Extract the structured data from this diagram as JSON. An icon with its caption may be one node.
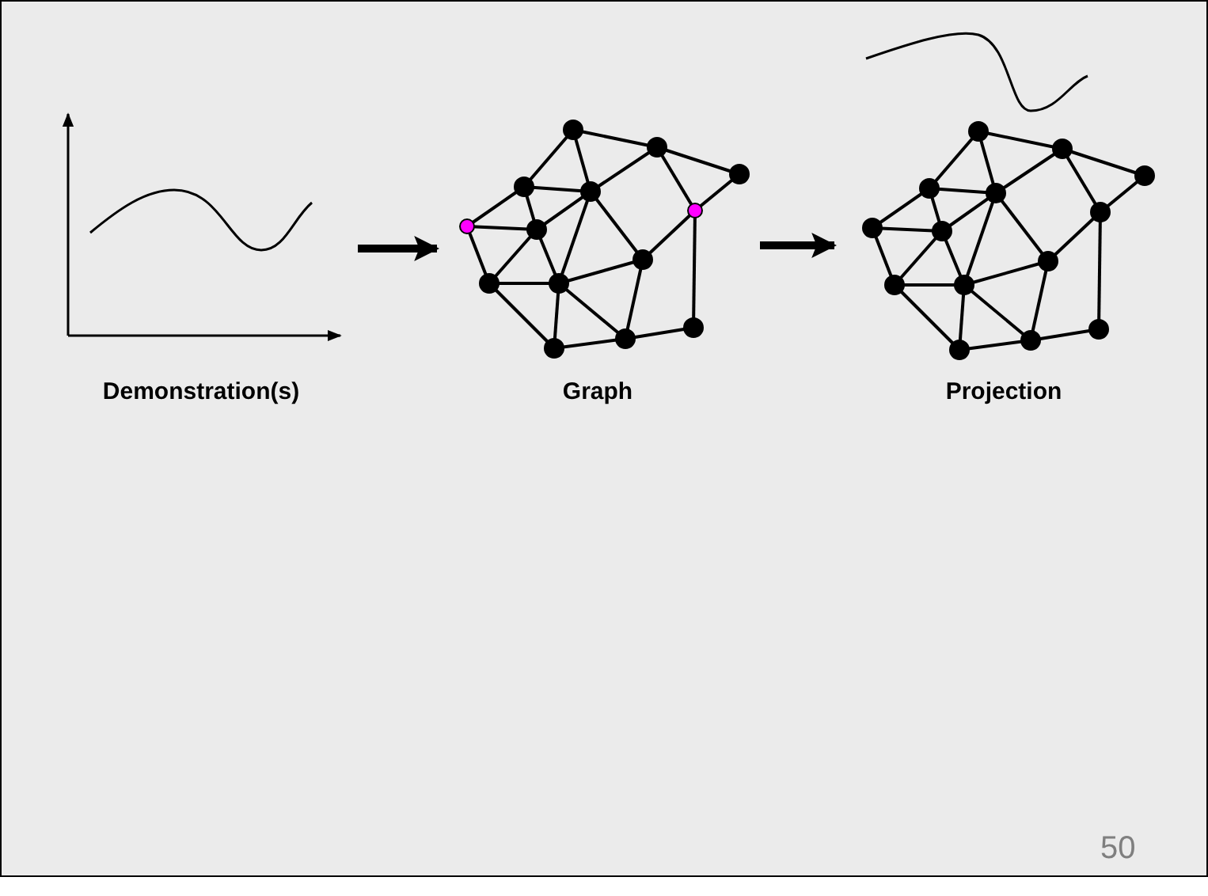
{
  "diagram": {
    "nodes": [
      {
        "text": [
          "Demonstration(s)"
        ]
      },
      {
        "text": [
          "Graph"
        ]
      },
      {
        "text": [
          "Projection"
        ]
      }
    ],
    "edges": [
      {
        "from": 0,
        "to": 1,
        "arrow": "to"
      },
      {
        "from": 1,
        "to": 2,
        "arrow": "to"
      }
    ],
    "labels": [
      "50"
    ]
  }
}
